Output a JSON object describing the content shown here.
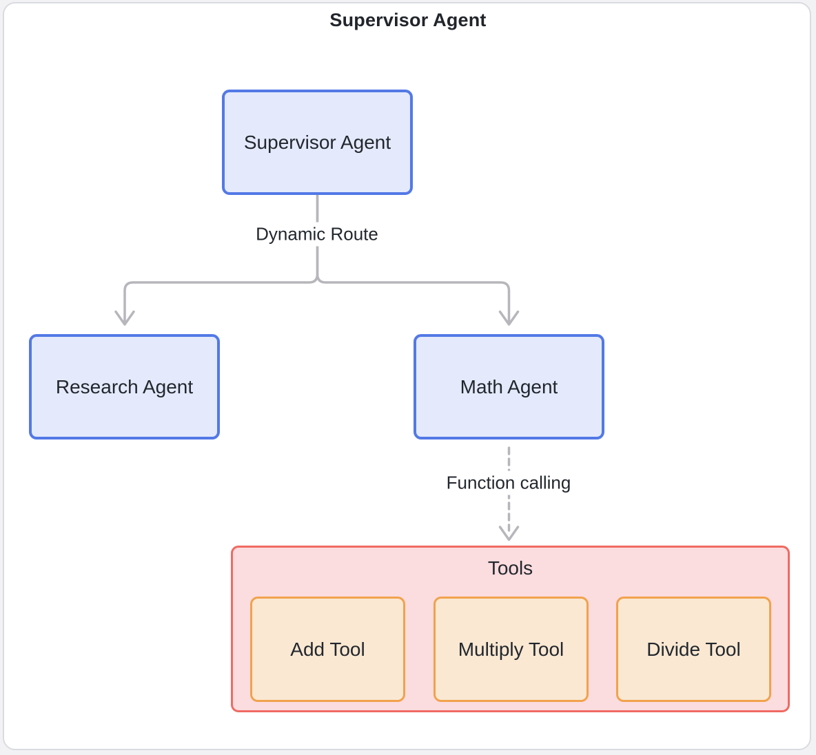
{
  "diagram": {
    "title": "Supervisor Agent",
    "nodes": {
      "supervisor": {
        "label": "Supervisor Agent"
      },
      "research": {
        "label": "Research Agent"
      },
      "math": {
        "label": "Math Agent"
      }
    },
    "edges": {
      "dynamic_route": {
        "label": "Dynamic Route"
      },
      "function_calling": {
        "label": "Function calling"
      }
    },
    "tools_group": {
      "label": "Tools",
      "tools": [
        {
          "label": "Add Tool"
        },
        {
          "label": "Multiply Tool"
        },
        {
          "label": "Divide Tool"
        }
      ]
    },
    "colors": {
      "agent_fill": "#E4EAFB",
      "agent_border": "#5379E6",
      "tools_fill": "#FBDCDF",
      "tools_border": "#EF6A62",
      "tool_fill": "#FAE8D2",
      "tool_border": "#F1A24C",
      "edge_line": "#B6B6BB",
      "node_text": "#22272E",
      "title_text": "#21252B",
      "frame_border": "#D9DBE0",
      "canvas_bg": "#FFFFFF"
    }
  }
}
